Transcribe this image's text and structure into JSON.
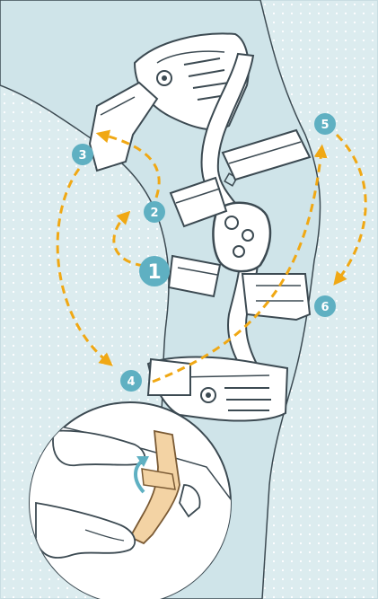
{
  "colors": {
    "panel_bg": "#dcecef",
    "dot": "#ffffff",
    "skin": "#cfe4e9",
    "brace": "#ffffff",
    "outline": "#3c4a52",
    "arrow": "#f0a814",
    "badge_bg": "#5fb0c2",
    "badge_text": "#ffffff",
    "strap_tan": "#f3d3a4",
    "strap_outline": "#7a5a34",
    "curve_arrow": "#5fb0c2"
  },
  "steps": {
    "s1": "1",
    "s2": "2",
    "s3": "3",
    "s4": "4",
    "s5": "5",
    "s6": "6"
  },
  "icons": [
    "strap-pull-icon",
    "curved-arrow-icon"
  ]
}
